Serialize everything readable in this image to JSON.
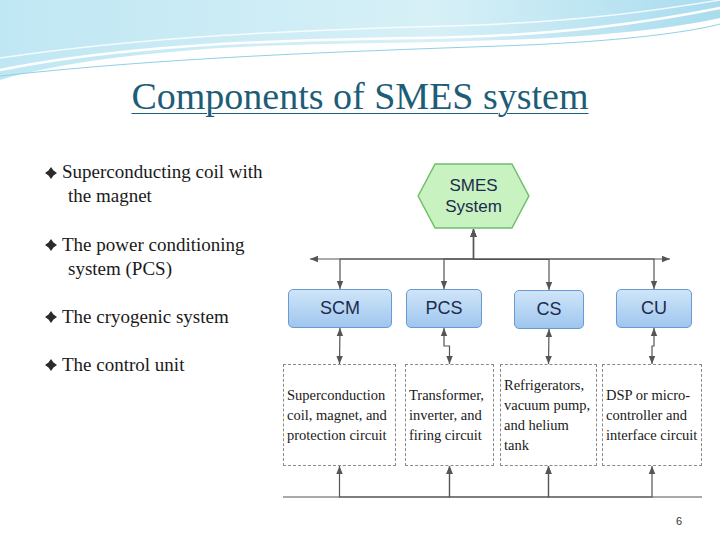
{
  "diagram": {
    "title": "Components of SMES system",
    "nodes": [
      {
        "text": [
          "SMES System"
        ]
      },
      {
        "text": [
          "SCM"
        ]
      },
      {
        "text": [
          "PCS"
        ]
      },
      {
        "text": [
          "CS"
        ]
      },
      {
        "text": [
          "CU"
        ]
      },
      {
        "text": [
          "Superconduction coil, magnet, and protection circuit"
        ]
      },
      {
        "text": [
          "Transformer, inverter, and firing circuit"
        ]
      },
      {
        "text": [
          "Refrigerators, vacuum pump, and helium tank"
        ]
      },
      {
        "text": [
          "DSP or micro-controller and interface circuit"
        ]
      }
    ],
    "edges": [
      {
        "from": 0,
        "to": 1,
        "arrow": "both"
      },
      {
        "from": 0,
        "to": 2,
        "arrow": "both"
      },
      {
        "from": 0,
        "to": 3,
        "arrow": "both"
      },
      {
        "from": 0,
        "to": 4,
        "arrow": "both"
      },
      {
        "from": 1,
        "to": 5,
        "arrow": "both"
      },
      {
        "from": 2,
        "to": 6,
        "arrow": "both"
      },
      {
        "from": 3,
        "to": 7,
        "arrow": "both"
      },
      {
        "from": 4,
        "to": 8,
        "arrow": "both"
      },
      {
        "from": 5,
        "to": 6,
        "arrow": "both"
      },
      {
        "from": 6,
        "to": 7,
        "arrow": "both"
      },
      {
        "from": 7,
        "to": 8,
        "arrow": "both"
      }
    ],
    "labels": [
      "Superconducting coil with the magnet",
      "The power conditioning system (PCS)",
      "The cryogenic system",
      "The control unit",
      "6"
    ]
  }
}
